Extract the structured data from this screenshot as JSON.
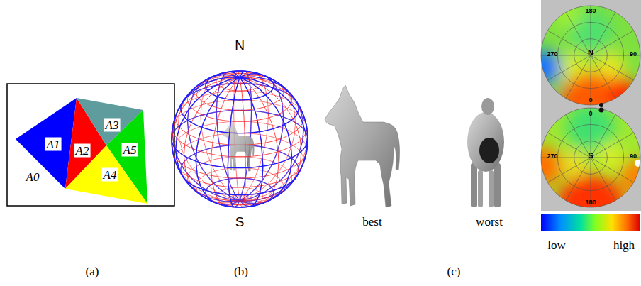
{
  "diagram": {
    "labels": [
      "A3",
      "A1",
      "A2",
      "A5",
      "A4",
      "A0",
      "N",
      "S",
      "best",
      "worst",
      "180",
      "270",
      "N",
      "90",
      "0",
      "0",
      "270",
      "S",
      "90",
      "180",
      "low",
      "high",
      "(a)",
      "(b)",
      "(c)"
    ]
  }
}
